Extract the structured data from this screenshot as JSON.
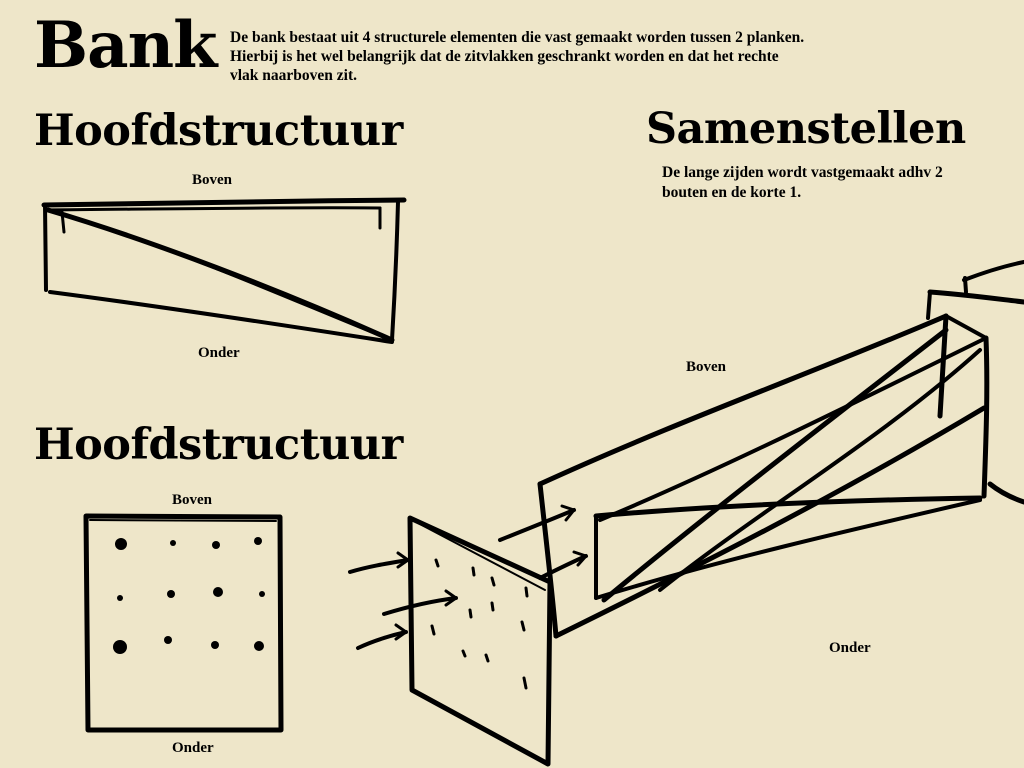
{
  "page": {
    "title": "Bank",
    "intro": "De bank bestaat uit 4 structurele elementen die vast gemaakt worden tussen 2 planken. Hierbij is het wel belangrijk dat de zitvlakken geschrankt worden en dat het rechte vlak naarboven zit."
  },
  "sections": {
    "main_structure_1": {
      "heading": "Hoofdstructuur",
      "top_label": "Boven",
      "bottom_label": "Onder"
    },
    "main_structure_2": {
      "heading": "Hoofdstructuur",
      "top_label": "Boven",
      "bottom_label": "Onder"
    },
    "assemble": {
      "heading": "Samenstellen",
      "text": "De lange zijden wordt vastgemaakt adhv 2 bouten en de korte 1.",
      "top_label": "Boven",
      "bottom_label": "Onder"
    }
  },
  "colors": {
    "background": "#eee6c9",
    "ink": "#000000"
  }
}
